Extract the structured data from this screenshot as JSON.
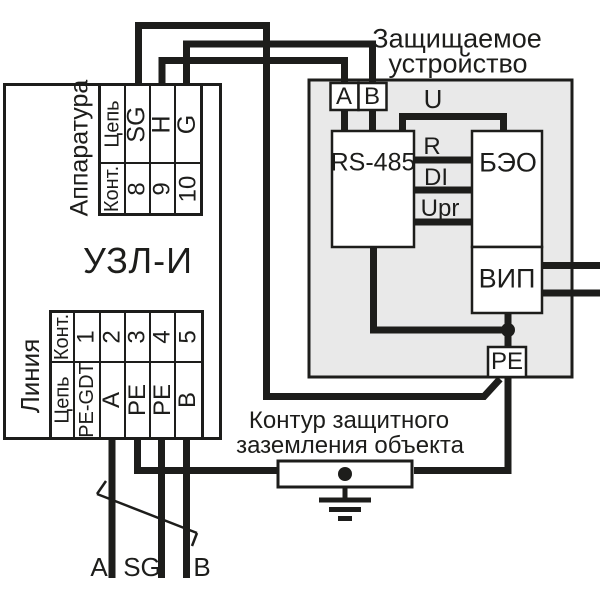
{
  "device_left": {
    "name": "УЗЛ-И",
    "equipment_side_label": "Аппаратура",
    "line_side_label": "Линия",
    "top_table": {
      "circuit_header": "Цепь",
      "contact_header": "Конт.",
      "columns": [
        {
          "circuit": "SG",
          "contact": "8"
        },
        {
          "circuit": "H",
          "contact": "9"
        },
        {
          "circuit": "G",
          "contact": "10"
        }
      ]
    },
    "bottom_table": {
      "contact_header": "Конт.",
      "circuit_header": "Цепь",
      "columns": [
        {
          "contact": "1",
          "circuit": "PE-GDT"
        },
        {
          "contact": "2",
          "circuit": "А"
        },
        {
          "contact": "3",
          "circuit": "PE"
        },
        {
          "contact": "4",
          "circuit": "PE"
        },
        {
          "contact": "5",
          "circuit": "В"
        }
      ]
    }
  },
  "protected_device": {
    "title_line1": "Защищаемое",
    "title_line2": "устройство",
    "terminal_a": "A",
    "terminal_b": "B",
    "terminal_pe": "PE",
    "u_label": "U",
    "r_label": "R",
    "di_label": "DI",
    "upr_label": "Upr",
    "rs485_block": "RS-485",
    "beo_block": "БЭО",
    "vip_block": "ВИП"
  },
  "ground": {
    "caption_line1": "Контур защитного",
    "caption_line2": "заземления объекта"
  },
  "line_wires": {
    "a": "A",
    "sg": "SG",
    "b": "B"
  },
  "colors": {
    "line": "#1d1d1b",
    "panel_fill": "#e9e9e9",
    "box_fill": "#ffffff"
  }
}
